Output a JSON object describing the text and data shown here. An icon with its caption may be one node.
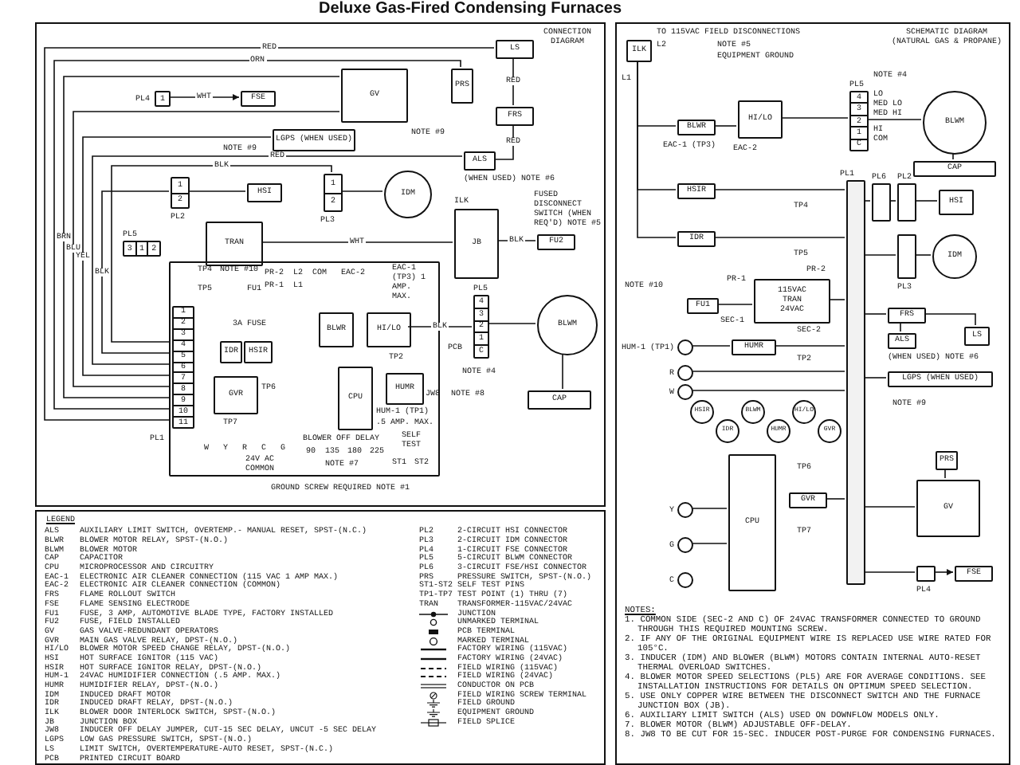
{
  "diagram": {
    "title": "Deluxe Gas-Fired Condensing Furnaces",
    "nodes": [
      {
        "text": [
          "CONNECTION DIAGRAM"
        ]
      },
      {
        "text": [
          "GV"
        ],
        "in": 0
      },
      {
        "text": [
          "PRS"
        ],
        "in": 0
      },
      {
        "text": [
          "LS"
        ],
        "in": 0
      },
      {
        "text": [
          "FRS"
        ],
        "in": 0
      },
      {
        "text": [
          "ALS"
        ],
        "in": 0,
        "beside": [
          "(WHEN USED) NOTE #6"
        ]
      },
      {
        "text": [
          "LGPS (WHEN USED)"
        ],
        "in": 0
      },
      {
        "text": [
          "1"
        ],
        "in": 0,
        "beside": [
          "PL4"
        ]
      },
      {
        "text": [
          "FSE"
        ],
        "in": 0
      },
      {
        "text": [
          "1",
          "2"
        ],
        "in": 0,
        "beside": [
          "PL2"
        ]
      },
      {
        "text": [
          "HSI"
        ],
        "in": 0
      },
      {
        "text": [
          "1",
          "2"
        ],
        "in": 0,
        "beside": [
          "PL3"
        ]
      },
      {
        "text": [
          "IDM"
        ],
        "in": 0
      },
      {
        "text": [
          "TRAN"
        ],
        "in": 0
      },
      {
        "text": [
          "JB"
        ],
        "in": 0,
        "beside": [
          "ILK"
        ]
      },
      {
        "text": [
          "FU2"
        ],
        "in": 0,
        "beside": [
          "FUSED DISCONNECT SWITCH (WHEN REQ'D) NOTE #5"
        ]
      },
      {
        "text": [
          "3",
          "1",
          "2"
        ],
        "in": 0,
        "beside": [
          "PL5"
        ]
      },
      {
        "text": [],
        "shape": "box",
        "in": 0,
        "beside": [
          "PCB"
        ]
      },
      {
        "text": [
          "1",
          "2",
          "3",
          "4",
          "5",
          "6",
          "7",
          "8",
          "9",
          "10",
          "11"
        ],
        "in": 17,
        "beside": [
          "PL1"
        ]
      },
      {
        "text": [
          "IDR"
        ],
        "in": 17
      },
      {
        "text": [
          "HSIR"
        ],
        "in": 17
      },
      {
        "text": [
          "BLWR"
        ],
        "in": 17
      },
      {
        "text": [
          "HI/LO"
        ],
        "in": 17
      },
      {
        "text": [
          "CPU"
        ],
        "in": 17
      },
      {
        "text": [
          "HUMR"
        ],
        "in": 17
      },
      {
        "text": [
          "GVR"
        ],
        "in": 17
      },
      {
        "text": [
          "BLWM"
        ],
        "in": 0
      },
      {
        "text": [
          "CAP"
        ],
        "in": 0
      },
      {
        "text": [
          "4",
          "3",
          "2",
          "1",
          "C"
        ],
        "in": 0,
        "beside": [
          "PL5"
        ]
      },
      {
        "text": [
          "SCHEMATIC DIAGRAM (NATURAL GAS & PROPANE)"
        ]
      },
      {
        "text": [
          "ILK"
        ],
        "in": 29
      },
      {
        "text": [
          "BLWR"
        ],
        "in": 29
      },
      {
        "text": [
          "HI/LO"
        ],
        "in": 29
      },
      {
        "text": [
          "4",
          "3",
          "2",
          "1",
          "C"
        ],
        "in": 29,
        "beside": [
          "PL5"
        ]
      },
      {
        "text": [
          "BLWM"
        ],
        "in": 29
      },
      {
        "text": [
          "CAP"
        ],
        "in": 29
      },
      {
        "text": [
          "HSIR"
        ],
        "in": 29
      },
      {
        "text": [
          "IDR"
        ],
        "in": 29
      },
      {
        "text": [],
        "shape": "bar",
        "in": 29,
        "beside": [
          "PL1"
        ]
      },
      {
        "text": [],
        "shape": "box",
        "in": 29,
        "beside": [
          "PL6"
        ]
      },
      {
        "text": [],
        "shape": "box",
        "in": 29,
        "beside": [
          "PL2"
        ]
      },
      {
        "text": [
          "HSI"
        ],
        "in": 29
      },
      {
        "text": [],
        "shape": "box",
        "in": 29,
        "beside": [
          "PL3"
        ]
      },
      {
        "text": [
          "IDM"
        ],
        "in": 29
      },
      {
        "text": [
          "115VAC",
          "TRAN",
          "24VAC"
        ],
        "in": 29
      },
      {
        "text": [
          "FU1"
        ],
        "in": 29
      },
      {
        "text": [
          "FRS"
        ],
        "in": 29
      },
      {
        "text": [
          "ALS"
        ],
        "in": 29,
        "beside": [
          "(WHEN USED) NOTE #6"
        ]
      },
      {
        "text": [
          "LS"
        ],
        "in": 29
      },
      {
        "text": [
          "LGPS (WHEN USED)"
        ],
        "in": 29
      },
      {
        "text": [
          "HUMR"
        ],
        "in": 29
      },
      {
        "text": [
          "HSIR"
        ],
        "in": 29
      },
      {
        "text": [
          "IDR"
        ],
        "in": 29
      },
      {
        "text": [
          "BLWM"
        ],
        "in": 29
      },
      {
        "text": [
          "HUMR"
        ],
        "in": 29
      },
      {
        "text": [
          "HI/LO"
        ],
        "in": 29
      },
      {
        "text": [
          "GVR"
        ],
        "in": 29
      },
      {
        "text": [
          "CPU"
        ],
        "in": 29
      },
      {
        "text": [
          "GVR"
        ],
        "in": 29
      },
      {
        "text": [
          "GV"
        ],
        "in": 29
      },
      {
        "text": [
          "PRS"
        ],
        "in": 29
      },
      {
        "text": [],
        "shape": "circle",
        "in": 29,
        "beside": [
          "HUM-1 (TP1)"
        ]
      },
      {
        "text": [],
        "shape": "circle",
        "in": 29,
        "beside": [
          "R"
        ]
      },
      {
        "text": [],
        "shape": "circle",
        "in": 29,
        "beside": [
          "W"
        ]
      },
      {
        "text": [],
        "shape": "circle",
        "in": 29,
        "beside": [
          "Y"
        ]
      },
      {
        "text": [],
        "shape": "circle",
        "in": 29,
        "beside": [
          "G"
        ]
      },
      {
        "text": [],
        "shape": "circle",
        "in": 29,
        "beside": [
          "C"
        ]
      },
      {
        "text": [],
        "shape": "box",
        "in": 29,
        "beside": [
          "PL4"
        ]
      },
      {
        "text": [
          "FSE"
        ],
        "in": 29
      }
    ],
    "edges": [
      {
        "from": 7,
        "to": 8,
        "arrow": "to",
        "label": "WHT"
      },
      {
        "from": 18,
        "to": 3,
        "arrow": "none",
        "label": "RED"
      },
      {
        "from": 18,
        "to": 2,
        "arrow": "none",
        "label": "ORN"
      },
      {
        "from": 18,
        "to": 1,
        "arrow": "none",
        "label": "BRN"
      },
      {
        "from": 18,
        "to": 1,
        "arrow": "none",
        "label": "BLU"
      },
      {
        "from": 18,
        "to": 6,
        "arrow": "none",
        "label": "YEL"
      },
      {
        "from": 18,
        "to": 5,
        "arrow": "none",
        "label": "RED"
      },
      {
        "from": 18,
        "to": 9,
        "arrow": "none",
        "label": "BLK"
      },
      {
        "from": 18,
        "to": 11,
        "arrow": "none",
        "label": "BLK"
      },
      {
        "from": 9,
        "to": 10,
        "arrow": "none"
      },
      {
        "from": 11,
        "to": 12,
        "arrow": "none"
      },
      {
        "from": 14,
        "to": 13,
        "arrow": "none",
        "label": "WHT"
      },
      {
        "from": 14,
        "to": 15,
        "arrow": "none",
        "label": "BLK"
      },
      {
        "from": 22,
        "to": 28,
        "arrow": "none",
        "label": "BLK"
      },
      {
        "from": 28,
        "to": 26,
        "arrow": "none"
      },
      {
        "from": 26,
        "to": 27,
        "arrow": "none"
      },
      {
        "from": 3,
        "to": 4,
        "arrow": "none",
        "label": "RED"
      },
      {
        "from": 4,
        "to": 5,
        "arrow": "none",
        "label": "RED"
      },
      {
        "from": 30,
        "to": 31,
        "arrow": "none"
      },
      {
        "from": 31,
        "to": 32,
        "arrow": "none"
      },
      {
        "from": 32,
        "to": 33,
        "arrow": "none"
      },
      {
        "from": 33,
        "to": 34,
        "arrow": "none"
      },
      {
        "from": 34,
        "to": 35,
        "arrow": "none"
      },
      {
        "from": 30,
        "to": 36,
        "arrow": "none"
      },
      {
        "from": 30,
        "to": 37,
        "arrow": "none"
      },
      {
        "from": 36,
        "to": 38,
        "arrow": "none"
      },
      {
        "from": 37,
        "to": 38,
        "arrow": "none"
      },
      {
        "from": 38,
        "to": 39,
        "arrow": "none"
      },
      {
        "from": 39,
        "to": 40,
        "arrow": "none"
      },
      {
        "from": 40,
        "to": 41,
        "arrow": "none"
      },
      {
        "from": 42,
        "to": 43,
        "arrow": "none"
      },
      {
        "from": 38,
        "to": 42,
        "arrow": "none"
      },
      {
        "from": 45,
        "to": 44,
        "arrow": "none"
      },
      {
        "from": 44,
        "to": 38,
        "arrow": "none"
      },
      {
        "from": 38,
        "to": 46,
        "arrow": "none"
      },
      {
        "from": 46,
        "to": 47,
        "arrow": "none"
      },
      {
        "from": 46,
        "to": 48,
        "arrow": "none"
      },
      {
        "from": 38,
        "to": 49,
        "arrow": "none"
      },
      {
        "from": 61,
        "to": 50,
        "arrow": "none"
      },
      {
        "from": 50,
        "to": 38,
        "arrow": "none"
      },
      {
        "from": 62,
        "to": 38,
        "arrow": "none"
      },
      {
        "from": 63,
        "to": 38,
        "arrow": "none"
      },
      {
        "from": 58,
        "to": 38,
        "arrow": "none"
      },
      {
        "from": 64,
        "to": 57,
        "arrow": "none"
      },
      {
        "from": 65,
        "to": 57,
        "arrow": "none"
      },
      {
        "from": 38,
        "to": 59,
        "arrow": "none"
      },
      {
        "from": 60,
        "to": 59,
        "arrow": "none"
      },
      {
        "from": 38,
        "to": 67,
        "arrow": "none"
      },
      {
        "from": 67,
        "to": 68,
        "arrow": "to"
      }
    ],
    "labels": [
      "NOTE #9",
      "NOTE #9",
      "TP4",
      "NOTE #10",
      "TP5",
      "FU1",
      "3A FUSE",
      "PR-2",
      "PR-1",
      "L2",
      "L1",
      "COM",
      "EAC-2",
      "EAC-1 (TP3) 1 AMP. MAX.",
      "TP2",
      "HUM-1 (TP1)",
      ".5 AMP. MAX.",
      "TP6",
      "TP7",
      "W",
      "Y",
      "R",
      "C",
      "G",
      "24V AC COMMON",
      "BLOWER OFF DELAY",
      "90",
      "135",
      "180",
      "225",
      "NOTE #7",
      "SELF TEST",
      "ST1",
      "ST2",
      "JW8",
      "NOTE #8",
      "GROUND SCREW REQUIRED NOTE #1",
      "NOTE #4",
      "TO 115VAC FIELD DISCONNECTIONS",
      "L2",
      "NOTE #5",
      "EQUIPMENT GROUND",
      "NOTE #4",
      "LO",
      "MED LO",
      "MED HI",
      "HI",
      "COM",
      "L1",
      "EAC-1 (TP3)",
      "EAC-2",
      "TP4",
      "TP5",
      "NOTE #10",
      "PR-1",
      "PR-2",
      "SEC-1",
      "SEC-2",
      "TP2",
      "NOTE #9",
      "TP6",
      "TP7",
      "LEGEND",
      "ALS",
      "AUXILIARY LIMIT SWITCH, OVERTEMP.- MANUAL RESET, SPST-(N.C.)",
      "BLWR",
      "BLOWER MOTOR RELAY, SPST-(N.O.)",
      "BLWM",
      "BLOWER MOTOR",
      "CAP",
      "CAPACITOR",
      "CPU",
      "MICROPROCESSOR AND CIRCUITRY",
      "EAC-1",
      "ELECTRONIC AIR CLEANER CONNECTION (115 VAC 1 AMP MAX.)",
      "EAC-2",
      "ELECTRONIC AIR CLEANER CONNECTION (COMMON)",
      "FRS",
      "FLAME ROLLOUT SWITCH",
      "FSE",
      "FLAME SENSING ELECTRODE",
      "FU1",
      "FUSE, 3 AMP, AUTOMOTIVE BLADE TYPE, FACTORY INSTALLED",
      "FU2",
      "FUSE, FIELD INSTALLED",
      "GV",
      "GAS VALVE-REDUNDANT OPERATORS",
      "GVR",
      "MAIN GAS VALVE RELAY, DPST-(N.O.)",
      "HI/LO",
      "BLOWER MOTOR SPEED CHANGE RELAY, DPST-(N.O.)",
      "HSI",
      "HOT SURFACE IGNITOR (115 VAC)",
      "HSIR",
      "HOT SURFACE IGNITOR RELAY, DPST-(N.O.)",
      "HUM-1",
      "24VAC HUMIDIFIER CONNECTION (.5 AMP. MAX.)",
      "HUMR",
      "HUMIDIFIER RELAY, DPST-(N.O.)",
      "IDM",
      "INDUCED DRAFT MOTOR",
      "IDR",
      "INDUCED DRAFT RELAY, DPST-(N.O.)",
      "ILK",
      "BLOWER DOOR INTERLOCK SWITCH, SPST-(N.O.)",
      "JB",
      "JUNCTION BOX",
      "JW8",
      "INDUCER OFF DELAY JUMPER, CUT-15 SEC DELAY, UNCUT -5 SEC DELAY",
      "LGPS",
      "LOW GAS PRESSURE SWITCH, SPST-(N.O.)",
      "LS",
      "LIMIT SWITCH, OVERTEMPERATURE-AUTO RESET, SPST-(N.C.)",
      "PCB",
      "PRINTED CIRCUIT BOARD",
      "PL2",
      "2-CIRCUIT HSI CONNECTOR",
      "PL3",
      "2-CIRCUIT IDM CONNECTOR",
      "PL4",
      "1-CIRCUIT FSE CONNECTOR",
      "PL5",
      "5-CIRCUIT BLWM CONNECTOR",
      "PL6",
      "3-CIRCUIT FSE/HSI CONNECTOR",
      "PRS",
      "PRESSURE SWITCH, SPST-(N.O.)",
      "ST1-ST2",
      "SELF TEST PINS",
      "TP1-TP7",
      "TEST POINT (1) THRU (7)",
      "TRAN",
      "TRANSFORMER-115VAC/24VAC",
      "NOTES:",
      "1. COMMON SIDE (SEC-2 AND C) OF 24VAC TRANSFORMER CONNECTED TO GROUND THROUGH THIS REQUIRED MOUNTING SCREW.",
      "2. IF ANY OF THE ORIGINAL EQUIPMENT WIRE IS REPLACED USE WIRE RATED FOR 105°C.",
      "3. INDUCER (IDM) AND BLOWER (BLWM) MOTORS CONTAIN INTERNAL AUTO-RESET THERMAL OVERLOAD SWITCHES.",
      "4. BLOWER MOTOR SPEED SELECTIONS (PL5) ARE FOR AVERAGE CONDITIONS. SEE INSTALLATION INSTRUCTIONS FOR DETAILS ON OPTIMUM SPEED SELECTION.",
      "5. USE ONLY COPPER WIRE BETWEEN THE DISCONNECT SWITCH AND THE FURNACE JUNCTION BOX (JB).",
      "6. AUXILIARY LIMIT SWITCH (ALS) USED ON DOWNFLOW MODELS ONLY.",
      "7. BLOWER MOTOR (BLWM) ADJUSTABLE OFF-DELAY.",
      "8. JW8 TO BE CUT FOR 15-SEC. INDUCER POST-PURGE FOR CONDENSING FURNACES."
    ],
    "legend": [
      {
        "text": "JUNCTION"
      },
      {
        "text": "UNMARKED TERMINAL"
      },
      {
        "text": "PCB TERMINAL"
      },
      {
        "text": "MARKED TERMINAL"
      },
      {
        "text": "FACTORY WIRING (115VAC)"
      },
      {
        "text": "FACTORY WIRING (24VAC)"
      },
      {
        "text": "FIELD WIRING (115VAC)"
      },
      {
        "text": "FIELD WIRING (24VAC)"
      },
      {
        "text": "CONDUCTOR ON PCB"
      },
      {
        "text": "FIELD WIRING SCREW TERMINAL"
      },
      {
        "text": "FIELD GROUND"
      },
      {
        "text": "EQUIPMENT GROUND"
      },
      {
        "text": "FIELD SPLICE"
      }
    ]
  }
}
